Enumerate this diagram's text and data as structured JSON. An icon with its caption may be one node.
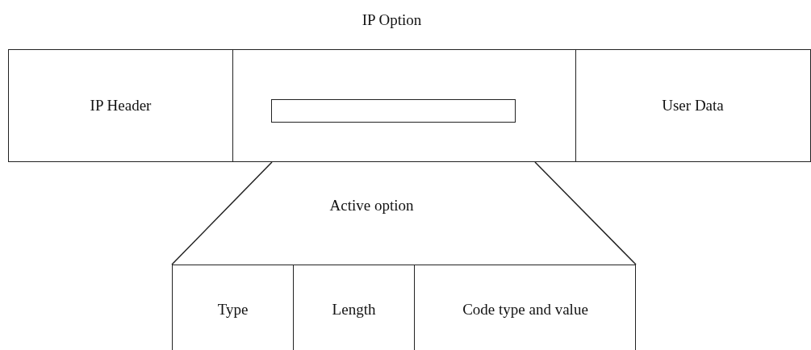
{
  "diagram": {
    "nodes": [
      {
        "text": [
          "IP Header"
        ]
      },
      {
        "text": [
          "IP Option"
        ]
      },
      {
        "text": [],
        "shape": "bar",
        "in": 1
      },
      {
        "text": [
          "User Data"
        ]
      },
      {
        "text": [
          "Active option"
        ]
      },
      {
        "text": [
          "Type"
        ],
        "in": 4
      },
      {
        "text": [
          "Length"
        ],
        "in": 4
      },
      {
        "text": [
          "Code type and value"
        ],
        "in": 4
      }
    ],
    "edges": [
      {
        "from": 1,
        "to": 4,
        "arrow": "none"
      },
      {
        "from": 1,
        "to": 4,
        "arrow": "none"
      }
    ]
  }
}
